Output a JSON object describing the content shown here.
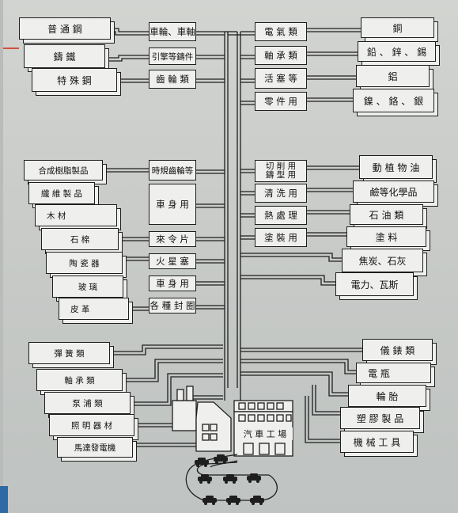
{
  "diagram": {
    "left_top": [
      "普 通 鋼",
      "鑄 鐵",
      "特 殊 鋼"
    ],
    "left_mid": [
      "合成樹脂製品",
      "纖 維 製 品",
      "木 材",
      "石 棉",
      "陶 瓷 器",
      "玻 璃",
      "皮 革"
    ],
    "left_bottom": [
      "彈 簧 類",
      "軸 承 類",
      "泵 浦 類",
      "照 明 器 材",
      "馬達發電機"
    ],
    "center_left": [
      "車輪、車軸",
      "引擎等鑄件",
      "齒 輪 類",
      "時規齒輪等",
      "車 身 用",
      "來 令 片",
      "火 星 塞",
      "車 身 用",
      "各 種 封 圈"
    ],
    "center_right": [
      "電 氣 類",
      "軸 承 類",
      "活 塞 等",
      "零 件 用",
      "切 削 用\n鑄 型 用",
      "清 洗 用",
      "熱 處 理",
      "塗 裝 用"
    ],
    "right_top": [
      "銅",
      "鉛 、 鋅 、 錫",
      "鋁",
      "鎳 、 鉻 、 銀"
    ],
    "right_mid": [
      "動 植 物 油",
      "鹼等化學品",
      "石 油 類",
      "塗 料",
      "焦炭、石灰",
      "電力、瓦斯"
    ],
    "right_bottom": [
      "儀 錶 類",
      "電 瓶",
      "輪 胎",
      "塑 膠 製 品",
      "機 械 工 具"
    ],
    "factory_label": "汽 車 工 場"
  }
}
